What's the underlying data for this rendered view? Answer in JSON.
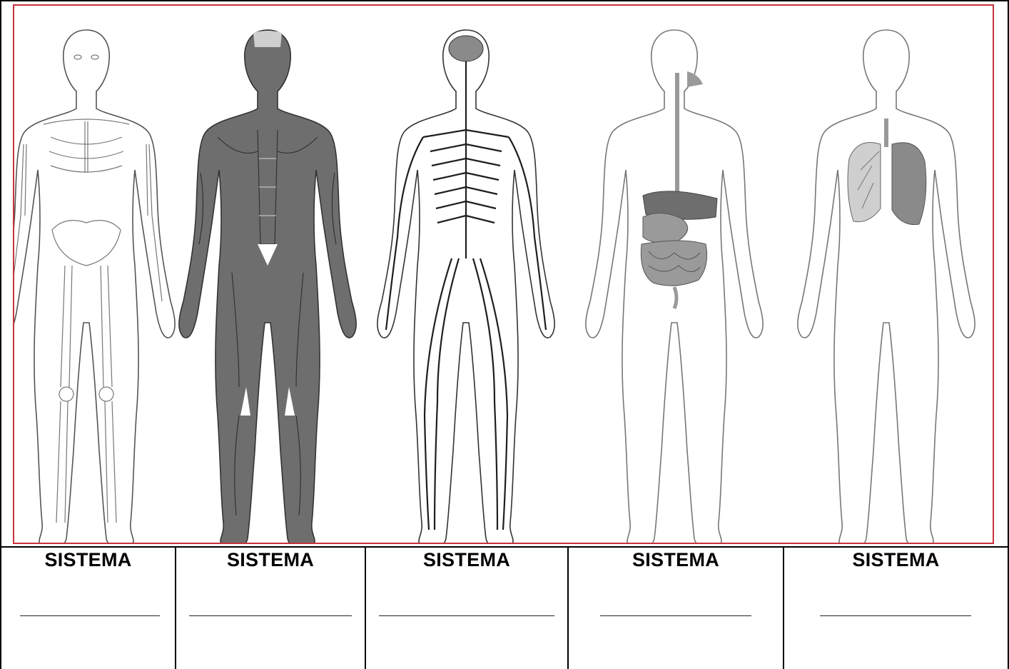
{
  "figures": [
    {
      "id": "skeletal",
      "icon": "skeleton-figure-icon"
    },
    {
      "id": "muscular",
      "icon": "muscle-figure-icon"
    },
    {
      "id": "nervous",
      "icon": "nerve-figure-icon"
    },
    {
      "id": "digestive",
      "icon": "digestive-figure-icon"
    },
    {
      "id": "respiratory",
      "icon": "lung-figure-icon"
    }
  ],
  "colors": {
    "panel_border": "#c8323a",
    "outline": "#555555",
    "muscle_fill": "#6e6e6e",
    "organ_fill": "#9a9a9a"
  },
  "table": {
    "cells": [
      {
        "label": "SISTEMA"
      },
      {
        "label": "SISTEMA"
      },
      {
        "label": "SISTEMA"
      },
      {
        "label": "SISTEMA"
      },
      {
        "label": "SISTEMA"
      }
    ]
  }
}
